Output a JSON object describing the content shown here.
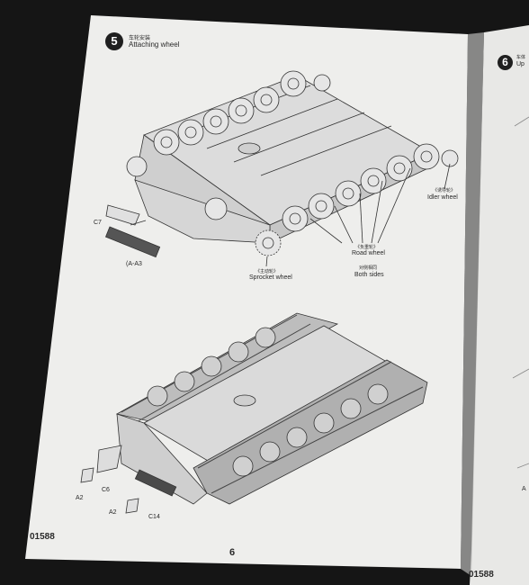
{
  "left_page": {
    "step_number": "5",
    "step_title_cn": "车轮安装",
    "step_title_en": "Attaching wheel",
    "labels": {
      "idler_cn": "《诱导轮》",
      "idler_en": "Idler wheel",
      "road_cn": "《负重轮》",
      "road_en": "Road wheel",
      "both_cn": "对侧相同",
      "both_en": "Both sides",
      "sprocket_cn": "《主动轮》",
      "sprocket_en": "Sprocket wheel",
      "c7": "C7",
      "a_a3": "(A-A3",
      "a2_1": "A2",
      "c6": "C6",
      "a2_2": "A2",
      "c14": "C14"
    },
    "kit_number": "01588",
    "page_number": "6"
  },
  "right_page": {
    "step_number": "6",
    "step_title_cn": "车体",
    "step_title_en_partial": "Up",
    "kit_number": "01588",
    "margin_letter": "A"
  },
  "colors": {
    "background": "#1a1a1a",
    "paper": "#eeeeec",
    "ink": "#2a2a2a"
  }
}
